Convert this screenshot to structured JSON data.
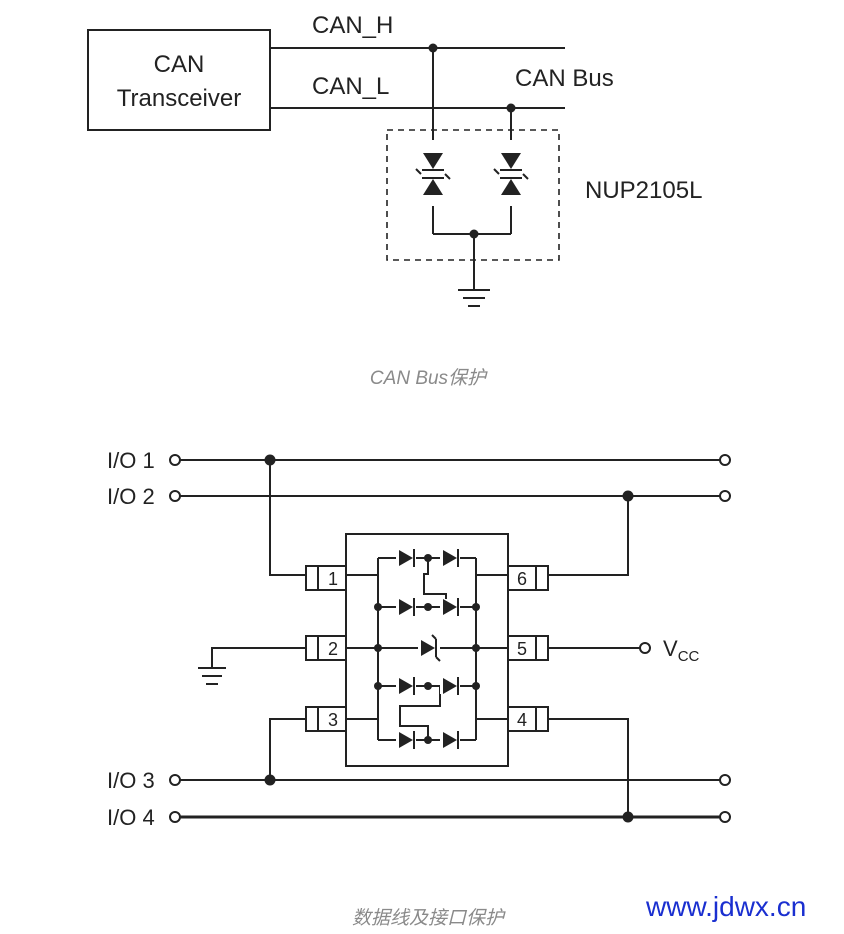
{
  "diagram1": {
    "transceiver_line1": "CAN",
    "transceiver_line2": "Transceiver",
    "can_h": "CAN_H",
    "can_l": "CAN_L",
    "can_bus": "CAN Bus",
    "device": "NUP2105L",
    "caption": "CAN Bus保护"
  },
  "diagram2": {
    "io1": "I/O 1",
    "io2": "I/O 2",
    "io3": "I/O 3",
    "io4": "I/O 4",
    "pins": [
      "1",
      "2",
      "3",
      "4",
      "5",
      "6"
    ],
    "vcc_main": "V",
    "vcc_sub": "CC",
    "caption": "数据线及接口保护"
  },
  "watermark": "www.jdwx.cn",
  "colors": {
    "line": "#222222",
    "caption": "#8a8a8a",
    "watermark": "#1a2fd0"
  }
}
